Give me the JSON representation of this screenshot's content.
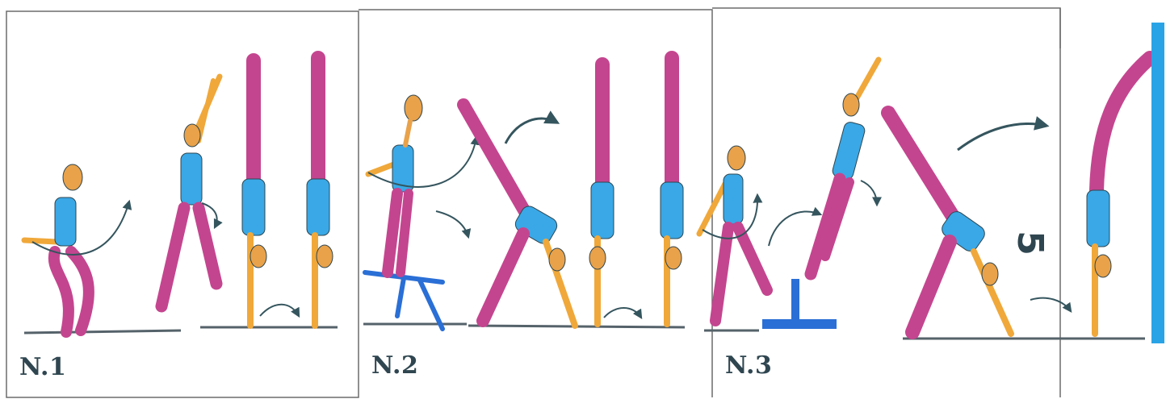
{
  "panels": [
    {
      "label": "N.1"
    },
    {
      "label": "N.2"
    },
    {
      "label": "N.3"
    }
  ],
  "step_number": "5",
  "colors": {
    "frame": "#6b6b6b",
    "torso": "#3aa8e6",
    "legs": "#c4458f",
    "arms": "#f0a83a",
    "skin": "#e9a24a",
    "arrow": "#35555e",
    "ground": "#55626a",
    "apparatus": "#2a6fd6",
    "wall": "#2aa3e6",
    "label": "#2f4650"
  },
  "icons": [
    "curved-arrow-icon",
    "gymnast-figure",
    "springboard-icon",
    "wall-bar-icon"
  ]
}
